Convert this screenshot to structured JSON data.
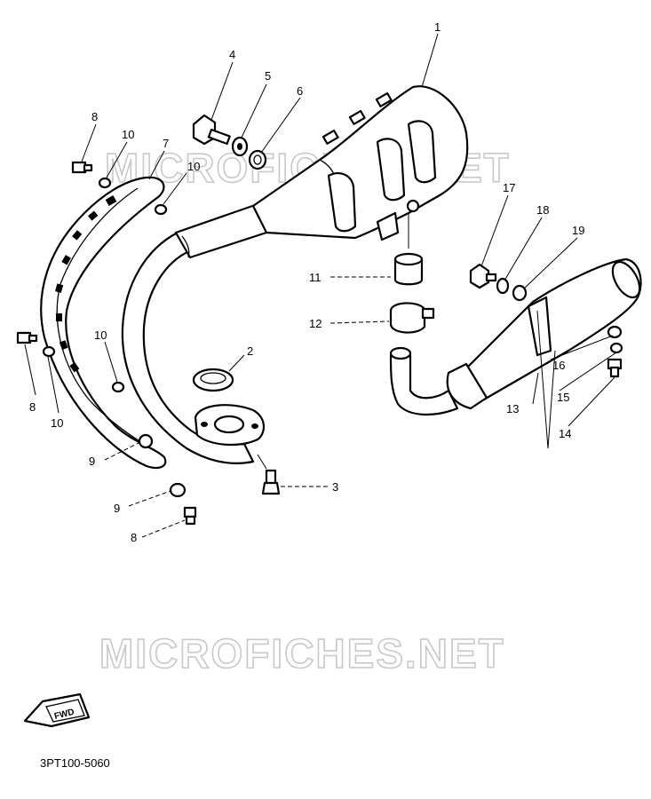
{
  "watermark": "MICROFICHES.NET",
  "diagram_code": "3PT100-5060",
  "fwd_badge": "FWD",
  "callouts": {
    "c1": "1",
    "c2": "2",
    "c3": "3",
    "c4": "4",
    "c5": "5",
    "c6": "6",
    "c7": "7",
    "c8a": "8",
    "c8b": "8",
    "c8c": "8",
    "c9a": "9",
    "c9b": "9",
    "c10a": "10",
    "c10b": "10",
    "c10c": "10",
    "c10d": "10",
    "c11": "11",
    "c12": "12",
    "c13": "13",
    "c14": "14",
    "c15": "15",
    "c16": "16",
    "c17": "17",
    "c18": "18",
    "c19": "19"
  }
}
